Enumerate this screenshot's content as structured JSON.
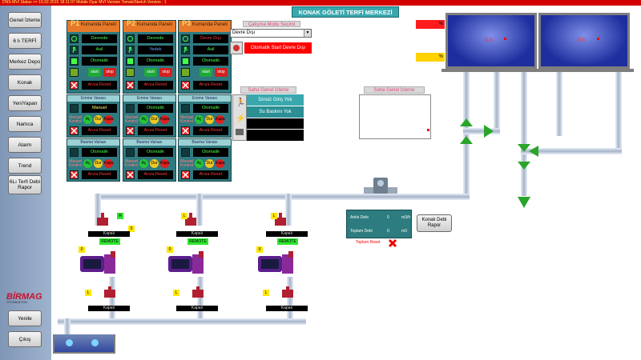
{
  "topbar": {
    "text": "DNS-MVI  Status >> 15.02.2015 18:11:07   Mobile Dyar MVI  Version Tomsk/Sketch Version : 1"
  },
  "header": {
    "title": "KONAK GÖLETİ TERFİ MERKEZİ"
  },
  "nav": [
    {
      "id": "genel",
      "label": "Genel İzleme"
    },
    {
      "id": "terfi",
      "label": "6 lı TERFİ"
    },
    {
      "id": "merkez",
      "label": "Merkez Depo"
    },
    {
      "id": "konak",
      "label": "Konak"
    },
    {
      "id": "yeniyapan",
      "label": "YeniYapan"
    },
    {
      "id": "narlica",
      "label": "Narlıca"
    },
    {
      "id": "alarm",
      "label": "Alarm"
    },
    {
      "id": "trend",
      "label": "Trend"
    },
    {
      "id": "debi",
      "label": "6Lı Terfi Debi Rapor"
    }
  ],
  "logo": {
    "brand": "BİRMAG",
    "sub": "OTOMASYON"
  },
  "bottom_nav": {
    "refresh": "Yenile",
    "exit": "Çıkış"
  },
  "pumps": [
    {
      "title": "Kumanda Paneli",
      "num": "P1",
      "status": "Devrede",
      "mode": "Asil",
      "auto": "Otomatik",
      "fault": "Arıza Reset",
      "btn_start": "start",
      "btn_stop": "stop",
      "status_color": "g",
      "mode_color": "g",
      "v1": {
        "title": "Emme Vanası",
        "mode": "Manuel",
        "label": "Manuel Kontrol",
        "o": "Aç",
        "s": "Dur",
        "k": "Kapa",
        "fault": "Arıza Reset",
        "mode_color": "y"
      },
      "v2": {
        "title": "Basma Vanası",
        "mode": "Otomatik",
        "label": "Manuel Kontrol",
        "o": "Aç",
        "s": "Dur",
        "k": "Kapa",
        "fault": "Arıza Reset"
      }
    },
    {
      "title": "Kumanda Paneli",
      "num": "P2",
      "status": "Devrede",
      "mode": "Yedek",
      "auto": "Otomatik",
      "fault": "Arıza Reset",
      "btn_start": "start",
      "btn_stop": "stop",
      "status_color": "g",
      "mode_color": "b",
      "v1": {
        "title": "Emme Vanası",
        "mode": "Otomatik",
        "label": "Manuel Kontrol",
        "o": "Aç",
        "s": "Dur",
        "k": "Kapa",
        "fault": "Arıza Reset",
        "mode_color": "g"
      },
      "v2": {
        "title": "Basma Vanası",
        "mode": "Otomatik",
        "label": "Manuel Kontrol",
        "o": "Aç",
        "s": "Dur",
        "k": "Kapa",
        "fault": "Arıza Reset"
      }
    },
    {
      "title": "Kumanda Paneli",
      "num": "P3",
      "status": "Devre Dışı",
      "mode": "Asil",
      "auto": "Otomatik",
      "fault": "Arıza Reset",
      "btn_start": "start",
      "btn_stop": "stop",
      "status_color": "r",
      "mode_color": "g",
      "v1": {
        "title": "Emme Vanası",
        "mode": "Otomatik",
        "label": "Manuel Kontrol",
        "o": "Aç",
        "s": "Dur",
        "k": "Kapa",
        "fault": "Arıza Reset",
        "mode_color": "g"
      },
      "v2": {
        "title": "Basma Vanası",
        "mode": "Otomatik",
        "label": "Manuel Kontrol",
        "o": "Aç",
        "s": "Dur",
        "k": "Kapa",
        "fault": "Arıza Reset"
      }
    }
  ],
  "mode_select": {
    "title": "Çalışma Modu Seçimi",
    "value": "Devre Dışı",
    "auto_start": "Otomatik Start Devre Dışı"
  },
  "saha1": {
    "title": "Saha Genel İzleme",
    "row1": "İzinsiz Giriş Yok",
    "row2": "Su Baskını Yok"
  },
  "saha2": {
    "title": "Saha Genel İzleme"
  },
  "indicators": {
    "pct1": "%",
    "pct2": "%"
  },
  "tanks": {
    "t1": "0.0",
    "t2": "0.0"
  },
  "station_labels": {
    "tag_r": "R",
    "tag_l": "L",
    "tag_zero": "0",
    "remote": "REMOTE",
    "kapali": "Kapalı"
  },
  "flow": {
    "anlik_label": "Anlık Debi",
    "anlik_val": "0",
    "anlik_unit": "m3/h",
    "toplam_label": "Toplam Debi",
    "toplam_val": "0",
    "toplam_unit": "m3",
    "reset": "Toplam Reset"
  },
  "debi_report": "Konak Debi Rapor",
  "colors": {
    "accent": "#39a8ae",
    "panel": "#2f7a80",
    "alarm": "#ff1c1c",
    "warn": "#ffd200"
  }
}
